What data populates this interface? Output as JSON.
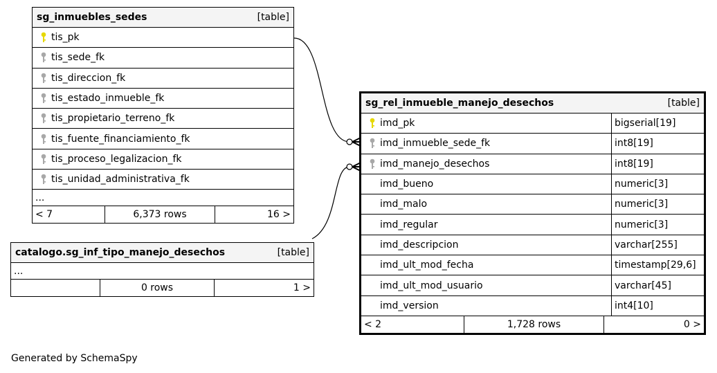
{
  "tables": {
    "sedes": {
      "name": "sg_inmuebles_sedes",
      "kind": "[table]",
      "columns": [
        {
          "name": "tis_pk",
          "icon": "primary-key-icon"
        },
        {
          "name": "tis_sede_fk",
          "icon": "foreign-key-icon"
        },
        {
          "name": "tis_direccion_fk",
          "icon": "foreign-key-icon"
        },
        {
          "name": "tis_estado_inmueble_fk",
          "icon": "foreign-key-icon"
        },
        {
          "name": "tis_propietario_terreno_fk",
          "icon": "foreign-key-icon"
        },
        {
          "name": "tis_fuente_financiamiento_fk",
          "icon": "foreign-key-icon"
        },
        {
          "name": "tis_proceso_legalizacion_fk",
          "icon": "foreign-key-icon"
        },
        {
          "name": "tis_unidad_administrativa_fk",
          "icon": "foreign-key-icon"
        }
      ],
      "more": "...",
      "footer": {
        "left": "< 7",
        "rows": "6,373 rows",
        "right": "16 >"
      }
    },
    "catalogo": {
      "name": "catalogo.sg_inf_tipo_manejo_desechos",
      "kind": "[table]",
      "more": "...",
      "footer": {
        "left": "",
        "rows": "0 rows",
        "right": "1 >"
      }
    },
    "rel": {
      "name": "sg_rel_inmueble_manejo_desechos",
      "kind": "[table]",
      "columns": [
        {
          "name": "imd_pk",
          "type": "bigserial[19]",
          "icon": "primary-key-icon"
        },
        {
          "name": "imd_inmueble_sede_fk",
          "type": "int8[19]",
          "icon": "foreign-key-icon"
        },
        {
          "name": "imd_manejo_desechos",
          "type": "int8[19]",
          "icon": "foreign-key-icon"
        },
        {
          "name": "imd_bueno",
          "type": "numeric[3]",
          "icon": ""
        },
        {
          "name": "imd_malo",
          "type": "numeric[3]",
          "icon": ""
        },
        {
          "name": "imd_regular",
          "type": "numeric[3]",
          "icon": ""
        },
        {
          "name": "imd_descripcion",
          "type": "varchar[255]",
          "icon": ""
        },
        {
          "name": "imd_ult_mod_fecha",
          "type": "timestamp[29,6]",
          "icon": ""
        },
        {
          "name": "imd_ult_mod_usuario",
          "type": "varchar[45]",
          "icon": ""
        },
        {
          "name": "imd_version",
          "type": "int4[10]",
          "icon": ""
        }
      ],
      "footer": {
        "left": "< 2",
        "rows": "1,728 rows",
        "right": "0 >"
      }
    }
  },
  "generated_by": "Generated by SchemaSpy",
  "colors": {
    "primary_key": "#e6d800",
    "foreign_key": "#a8a8a8",
    "header_bg": "#f4f4f4"
  }
}
